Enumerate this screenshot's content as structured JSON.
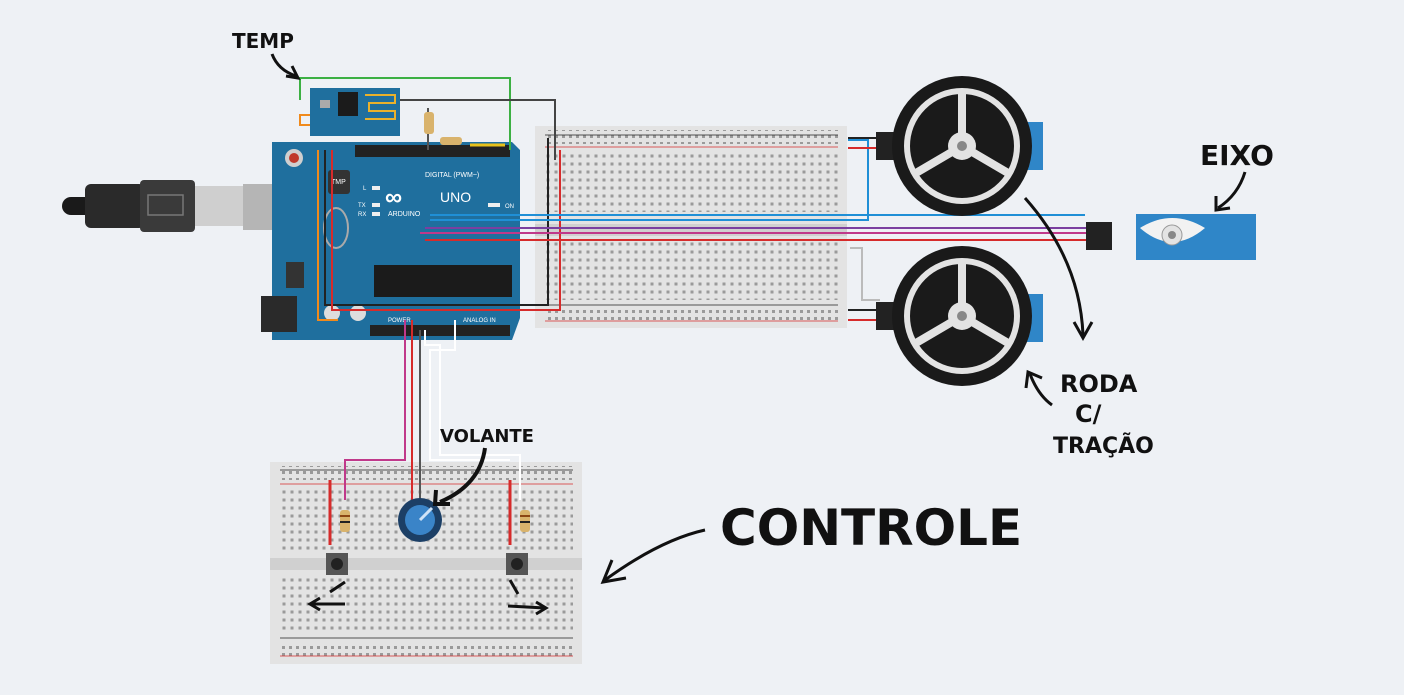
{
  "annotations": {
    "temp": "TEMP",
    "eixo": "EIXO",
    "roda_line1": "RODA",
    "roda_line2": "C/",
    "roda_line3": "TRAÇÃO",
    "volante": "VOLANTE",
    "controle": "CONTROLE"
  },
  "arduino": {
    "logo": "∞",
    "model": "UNO",
    "brand": "ARDUINO",
    "digital_label": "DIGITAL (PWM~)",
    "analog_label": "ANALOG IN",
    "power_label": "POWER",
    "sensor_label": "TMP",
    "on_label": "ON",
    "tx_label": "TX",
    "rx_label": "RX",
    "l_label": "L"
  },
  "colors": {
    "arduino_blue": "#1f6f9e",
    "breadboard": "#e3e3e3",
    "wire_red": "#d62b2b",
    "wire_black": "#222222",
    "wire_green": "#3cb043",
    "wire_blue": "#1f8fd6",
    "wire_purple": "#7b3fa0",
    "wire_magenta": "#c0398a",
    "wire_orange": "#f08a1c",
    "wire_white": "#ffffff",
    "wire_yellow": "#e8c21a",
    "servo_blue": "#2f86c8"
  }
}
